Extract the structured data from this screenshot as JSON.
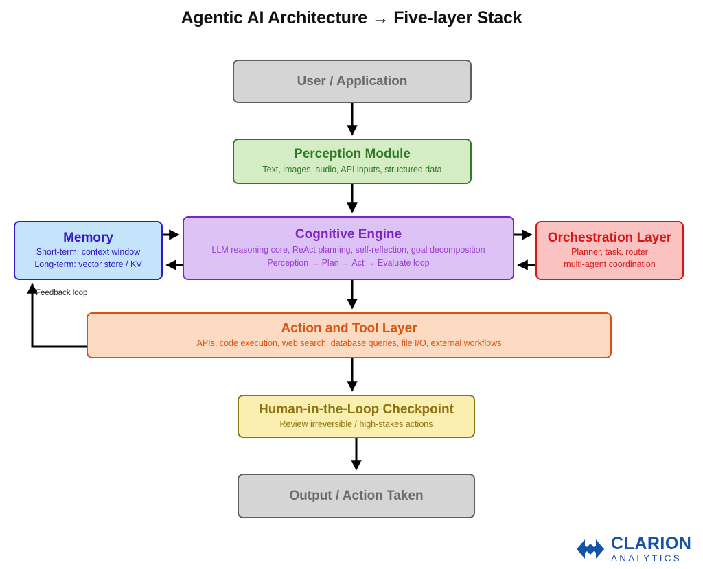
{
  "title": "Agentic AI Architecture → Five-layer Stack",
  "nodes": {
    "user": {
      "title": "User / Application",
      "color": "#d5d5d5",
      "border": "#5e5e5e"
    },
    "perception": {
      "title": "Perception Module",
      "subtitle": "Text, images, audio, API inputs, structured data",
      "color": "#d4edc4",
      "border": "#2f7a24"
    },
    "memory": {
      "title": "Memory",
      "line1": "Short-term: context window",
      "line2": "Long-term: vector store / KV",
      "color": "#c3e4fb",
      "border": "#3317c9"
    },
    "cognitive": {
      "title": "Cognitive Engine",
      "line1": "LLM reasoning core, ReAct planning, self-reflection, goal decomposition",
      "line2": "Perception → Plan → Act → Evaluate loop",
      "color": "#ddc2f5",
      "border": "#7b26c4"
    },
    "orchestration": {
      "title": "Orchestration Layer",
      "line1": "Planner, task, router",
      "line2": "multi-agent coordination",
      "color": "#fbc2c2",
      "border": "#d61515"
    },
    "action": {
      "title": "Action and Tool Layer",
      "subtitle": "APIs, code execution, web search. database queries, file I/O, external workflows",
      "color": "#fddbc3",
      "border": "#d9520f"
    },
    "hitl": {
      "title": "Human-in-the-Loop Checkpoint",
      "subtitle": "Review irreversible / high-stakes actions",
      "color": "#faeeb0",
      "border": "#8a7410"
    },
    "output": {
      "title": "Output / Action Taken",
      "color": "#d5d5d5",
      "border": "#5e5e5e"
    }
  },
  "edges": {
    "feedback_label": "Feedback loop"
  },
  "logo": {
    "main": "CLARION",
    "sub": "ANALYTICS",
    "color": "#1453a5",
    "mark": "diamond-chevron-icon"
  }
}
